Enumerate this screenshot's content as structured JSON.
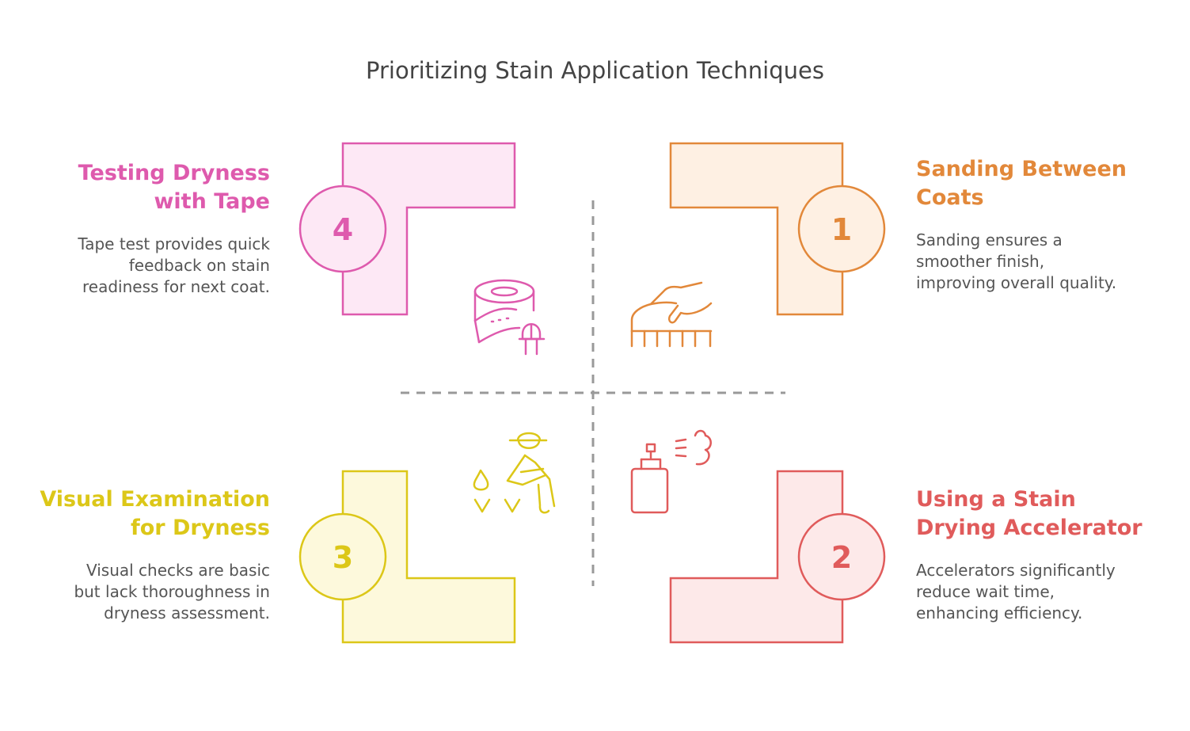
{
  "title": "Prioritizing Stain Application Techniques",
  "colors": {
    "pink": "#de5aad",
    "pink_fill": "#fde8f5",
    "orange": "#e2883a",
    "orange_fill": "#fef0e3",
    "yellow": "#dcc718",
    "yellow_fill": "#fdf9dc",
    "red": "#e05b5b",
    "red_fill": "#fde9e9",
    "divider": "#999999"
  },
  "quadrants": {
    "top_left": {
      "number": "4",
      "heading": [
        "Testing Dryness",
        "with Tape"
      ],
      "description": [
        "Tape test provides quick",
        "feedback on stain",
        "readiness for next coat."
      ],
      "icon": "tape-measure-icon"
    },
    "top_right": {
      "number": "1",
      "heading": [
        "Sanding Between",
        "Coats"
      ],
      "description": [
        "Sanding ensures a",
        "smoother finish,",
        "improving overall quality."
      ],
      "icon": "sanding-hand-icon"
    },
    "bottom_left": {
      "number": "3",
      "heading": [
        "Visual Examination",
        "for Dryness"
      ],
      "description": [
        "Visual checks are basic",
        "but lack thoroughness in",
        "dryness assessment."
      ],
      "icon": "person-examining-icon"
    },
    "bottom_right": {
      "number": "2",
      "heading": [
        "Using a Stain",
        "Drying Accelerator"
      ],
      "description": [
        "Accelerators significantly",
        "reduce wait time,",
        "enhancing efficiency."
      ],
      "icon": "spray-bottle-icon"
    }
  }
}
